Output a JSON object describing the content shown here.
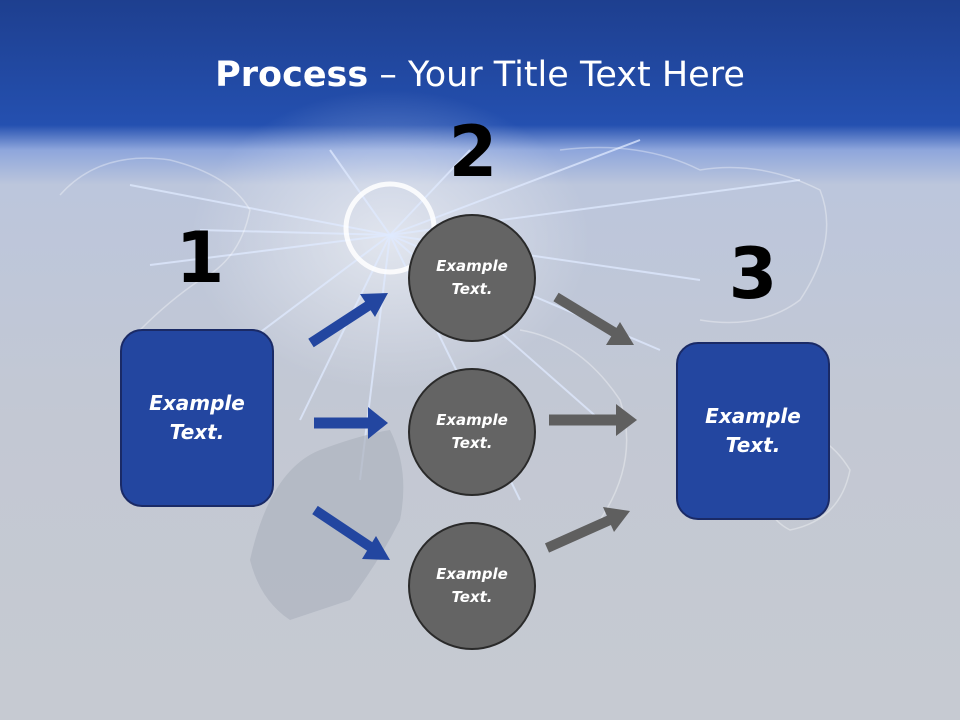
{
  "title": {
    "bold": "Process",
    "rest": " – Your Title Text Here"
  },
  "steps": [
    "1",
    "2",
    "3"
  ],
  "left_box": {
    "line1": "Example",
    "line2": "Text."
  },
  "right_box": {
    "line1": "Example",
    "line2": "Text."
  },
  "circles": [
    {
      "line1": "Example",
      "line2": "Text."
    },
    {
      "line1": "Example",
      "line2": "Text."
    },
    {
      "line1": "Example",
      "line2": "Text."
    }
  ],
  "colors": {
    "header": "#2450b0",
    "box": "#2346a0",
    "circle": "#646464",
    "arrow_blue": "#2346a0",
    "arrow_gray": "#5f5f5f"
  }
}
